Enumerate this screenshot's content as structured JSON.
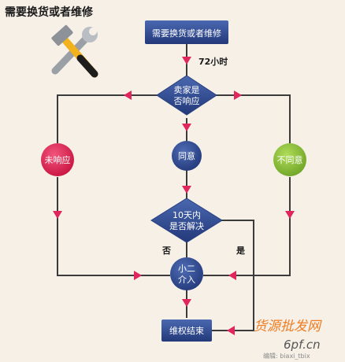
{
  "title": "需要换货或者维修",
  "nodes": {
    "start": "需要换货或者维修",
    "seller_response": [
      "卖家是",
      "否响应"
    ],
    "no_response": "未响应",
    "agree": "同意",
    "disagree": "不同意",
    "resolved_10days": [
      "10天内",
      "是否解决"
    ],
    "xiaoer": [
      "小二",
      "介入"
    ],
    "end": "维权结束"
  },
  "edge_labels": {
    "hours72": "72小时",
    "no": "否",
    "yes": "是"
  },
  "watermark": {
    "site_cn": "货源批发网",
    "site_url": "6pf.cn",
    "small_text": "编辑: biaxi_tbix"
  },
  "colors": {
    "box_fill": "#2e4a8f",
    "line": "#3b3b3b",
    "arrow": "#e0265c",
    "no_response_fill": "#e3245a",
    "disagree_fill": "#8fc43a",
    "watermark": "#f07d22"
  },
  "icons": [
    "tools-icon"
  ]
}
